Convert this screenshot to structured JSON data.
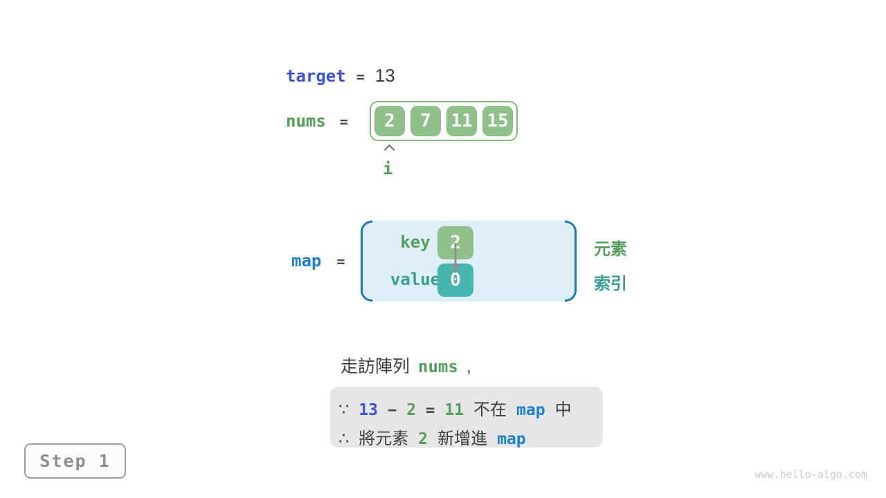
{
  "palette": {
    "green_text": "#52A058",
    "teal_text": "#3C9D97",
    "royal_blue": "#3A52DC",
    "azure_blue": "#1A82CE",
    "green_fill": "#8FC08A",
    "teal_fill": "#45B5AE",
    "map_background": "#DFEFF8",
    "bracket_blue": "#1B79C0",
    "note_background": "#E6E6E6"
  },
  "target_row": {
    "keyword": "target",
    "eq": "=",
    "value": "13"
  },
  "nums_row": {
    "keyword": "nums",
    "eq": "=",
    "cells": [
      "2",
      "7",
      "11",
      "15"
    ],
    "pointer": "i"
  },
  "map_row": {
    "keyword": "map",
    "eq": "=",
    "key_label": "key",
    "value_label": "value",
    "key_value": "2",
    "index_value": "0",
    "legend_element": "元素",
    "legend_index": "索引"
  },
  "caption": {
    "text": "走訪陣列",
    "code": "nums",
    "comma": ","
  },
  "note": {
    "line1": {
      "because": "∵",
      "minuend": "13",
      "minus": "−",
      "subtrahend": "2",
      "eq": "=",
      "difference": "11",
      "not_in": "不在",
      "map": "map",
      "suffix": "中"
    },
    "line2": {
      "therefore": "∴",
      "prefix": "將元素",
      "element": "2",
      "middle": "新增進",
      "map": "map"
    }
  },
  "step_badge": "Step 1",
  "watermark": "www.hello-algo.com"
}
